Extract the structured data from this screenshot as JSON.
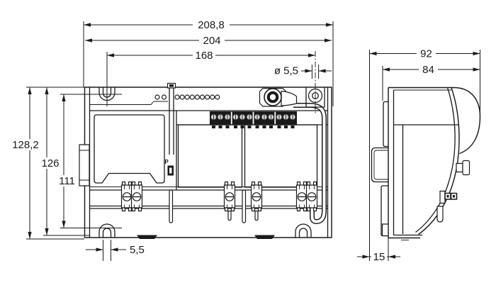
{
  "drawing": {
    "type": "technical-dimension-drawing",
    "colors": {
      "line": "#1a1a1a",
      "background": "#ffffff"
    },
    "front": {
      "labels": {
        "total_width": "208,8",
        "body_width": "204",
        "hole_spacing": "168",
        "hole_diameter": "ø 5,5",
        "total_height": "128,2",
        "body_height": "126",
        "slot_spacing": "111",
        "slot_width": "5,5",
        "port_label": "P"
      }
    },
    "side": {
      "labels": {
        "total_depth": "92",
        "body_depth": "84",
        "rail_offset": "15"
      }
    }
  }
}
